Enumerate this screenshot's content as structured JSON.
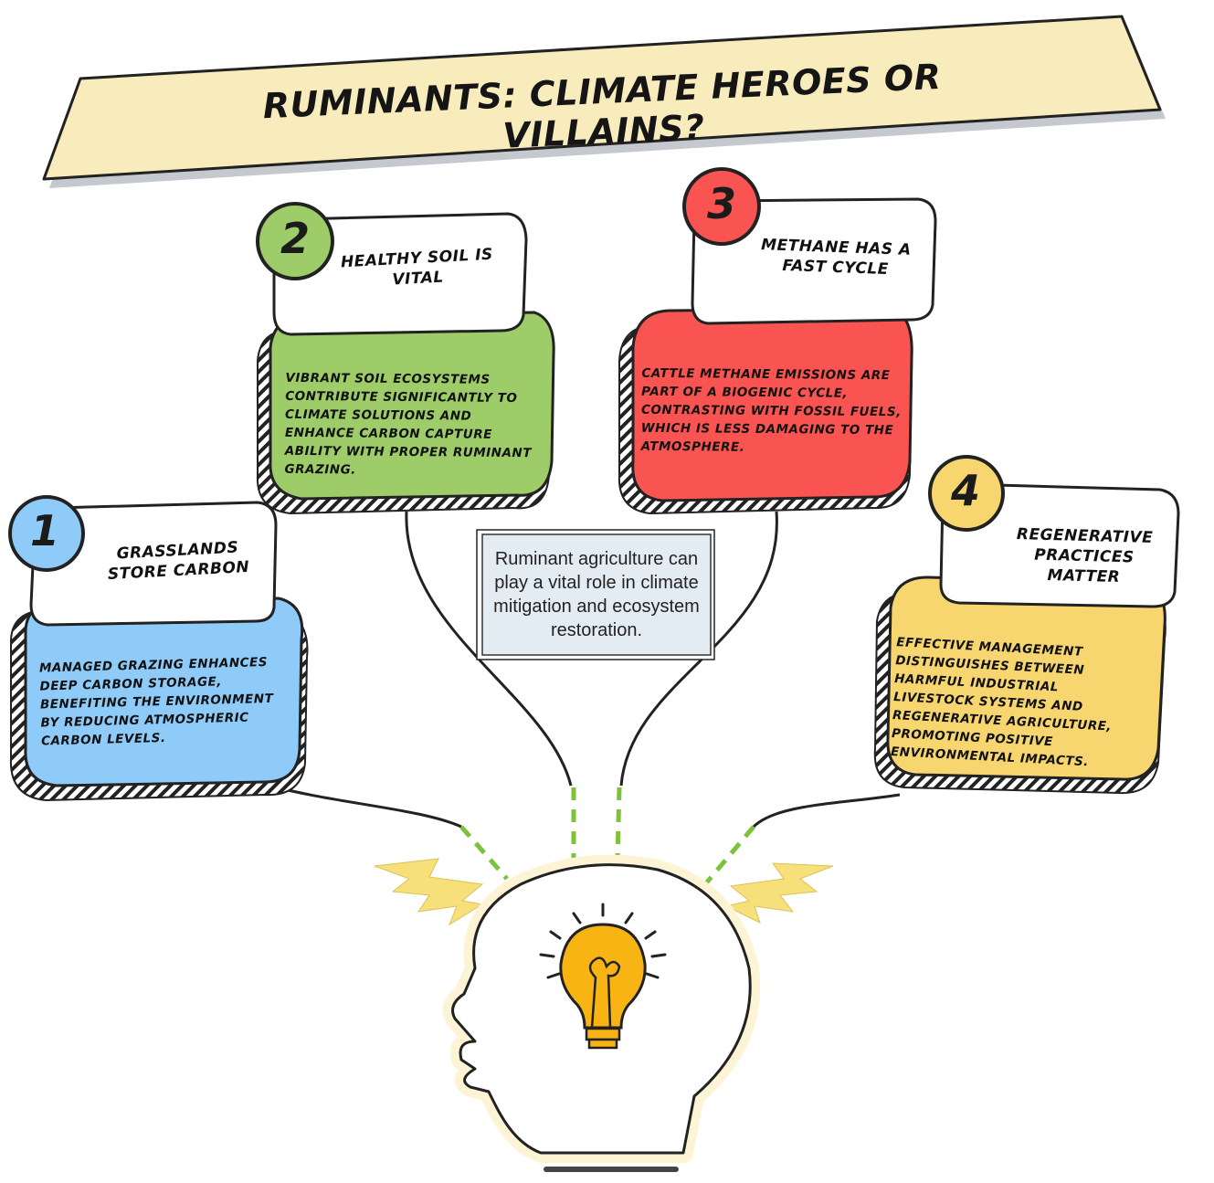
{
  "title": "RUMINANTS: CLIMATE HEROES OR VILLAINS?",
  "center_note": "Ruminant agriculture can play a vital role in climate mitigation and ecosystem restoration.",
  "cards": [
    {
      "number": "1",
      "title": "Grasslands store carbon",
      "body": "Managed grazing enhances deep carbon storage, benefiting the environment by reducing atmospheric carbon levels.",
      "color": "#8fcbf9",
      "circle_color": "#8fcbf9"
    },
    {
      "number": "2",
      "title": "Healthy soil is vital",
      "body": "Vibrant soil ecosystems contribute significantly to climate solutions and enhance carbon capture ability with proper ruminant grazing.",
      "color": "#9dcc68",
      "circle_color": "#9dcc68"
    },
    {
      "number": "3",
      "title": "Methane has a fast cycle",
      "body": "Cattle methane emissions are part of a biogenic cycle, contrasting with fossil fuels, which is less damaging to the atmosphere.",
      "color": "#fa5452",
      "circle_color": "#fa5452"
    },
    {
      "number": "4",
      "title": "Regenerative practices matter",
      "body": "Effective management distinguishes between harmful industrial livestock systems and regenerative agriculture, promoting positive environmental impacts.",
      "color": "#f7d66f",
      "circle_color": "#f7d66f"
    }
  ],
  "colors": {
    "banner": "#f8ecbc",
    "note_bg": "#e4ecf3",
    "dash": "#7cc23a",
    "bulb": "#f7b413",
    "bolt": "#f7df7a"
  }
}
